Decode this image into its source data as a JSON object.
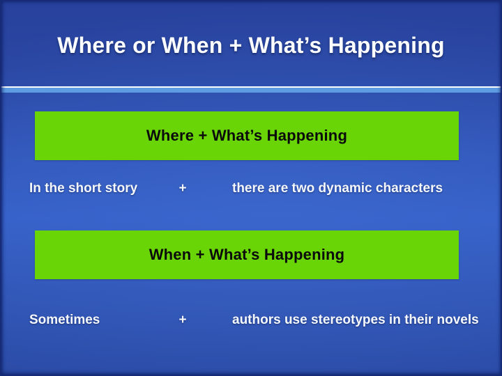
{
  "theme": {
    "bg_top": "#27419c",
    "bg_mid": "#3560c7",
    "bg_bottom": "#2b4ba6",
    "divider_white": "#fbfdff",
    "divider_blue": "#5e9ce2",
    "box_green": "#69d506",
    "box_text": "#0b0b0b",
    "title_text": "#fcfdff",
    "body_text": "#f4f8fd"
  },
  "slide": {
    "title": "Where or When + What’s Happening",
    "sections": [
      {
        "heading": "Where + What’s Happening",
        "left": "In the short story",
        "operator": "+",
        "right": "there are two dynamic characters"
      },
      {
        "heading": "When + What’s Happening",
        "left": "Sometimes",
        "operator": "+",
        "right": "authors use stereotypes in their novels"
      }
    ]
  }
}
